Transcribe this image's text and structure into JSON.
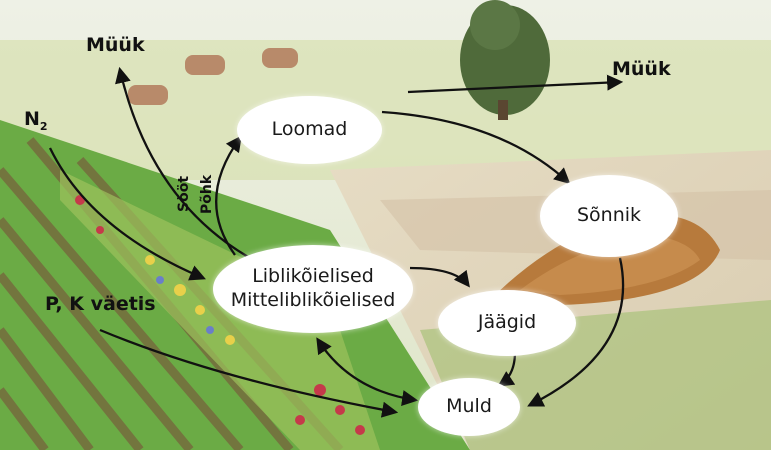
{
  "nodes": {
    "loomad": "Loomad",
    "sonnik": "Sõnnik",
    "liblikoielised": "Liblikõielised",
    "mitteliblikoielised": "Mitteliblikõielised",
    "jaagid": "Jäägid",
    "muld": "Muld"
  },
  "labels": {
    "muuk_left": "Müük",
    "muuk_right": "Müük",
    "n2_letter": "N",
    "n2_sub": "2",
    "fertilizer": "P, K väetis",
    "feed": "Sööt",
    "straw": "Põhk"
  },
  "colors": {
    "arrow": "#111111",
    "node_fill": "#ffffff"
  }
}
